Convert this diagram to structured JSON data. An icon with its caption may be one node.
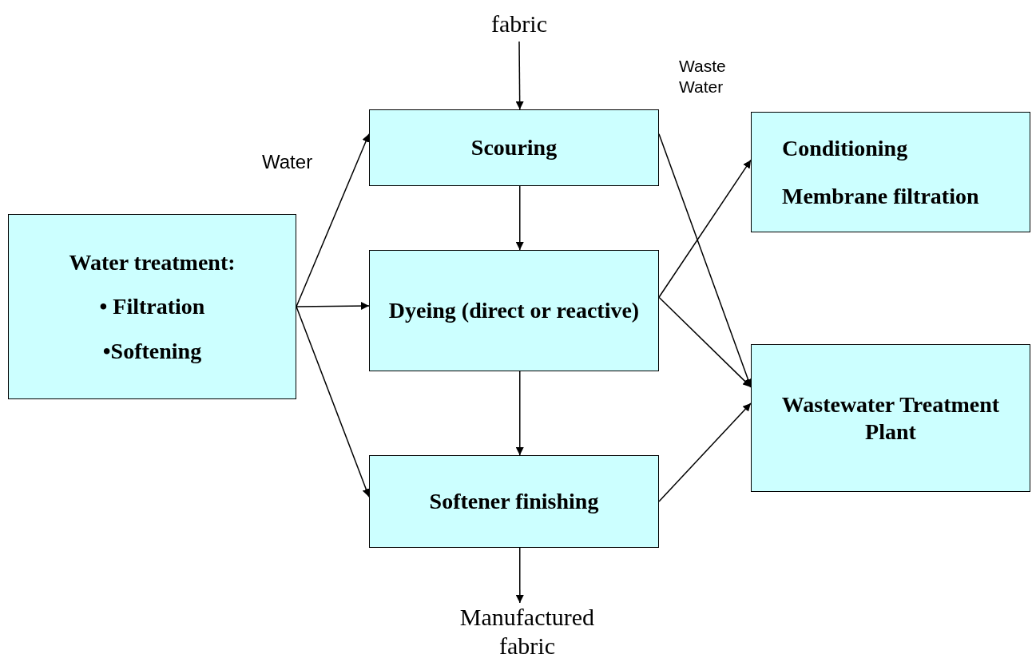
{
  "diagram": {
    "nodes": [
      {
        "text": [
          "fabric"
        ]
      },
      {
        "text": [
          "Water treatment:",
          "• Filtration",
          "•Softening"
        ]
      },
      {
        "text": [
          "Scouring"
        ]
      },
      {
        "text": [
          "Dyeing (direct or reactive)"
        ]
      },
      {
        "text": [
          "Softener finishing"
        ]
      },
      {
        "text": [
          "Conditioning",
          "Membrane filtration"
        ]
      },
      {
        "text": [
          "Wastewater Treatment Plant"
        ]
      },
      {
        "text": [
          "Manufactured fabric"
        ]
      }
    ],
    "edges": [
      {
        "from": 0,
        "to": 2,
        "arrow": "to"
      },
      {
        "from": 1,
        "to": 2,
        "arrow": "to",
        "label": "Water"
      },
      {
        "from": 1,
        "to": 3,
        "arrow": "to"
      },
      {
        "from": 1,
        "to": 4,
        "arrow": "to"
      },
      {
        "from": 2,
        "to": 3,
        "arrow": "to"
      },
      {
        "from": 3,
        "to": 4,
        "arrow": "to"
      },
      {
        "from": 4,
        "to": 7,
        "arrow": "to"
      },
      {
        "from": 2,
        "to": 6,
        "arrow": "to",
        "label": "Waste Water"
      },
      {
        "from": 3,
        "to": 5,
        "arrow": "to"
      },
      {
        "from": 3,
        "to": 6,
        "arrow": "to"
      },
      {
        "from": 4,
        "to": 6,
        "arrow": "to"
      }
    ]
  }
}
